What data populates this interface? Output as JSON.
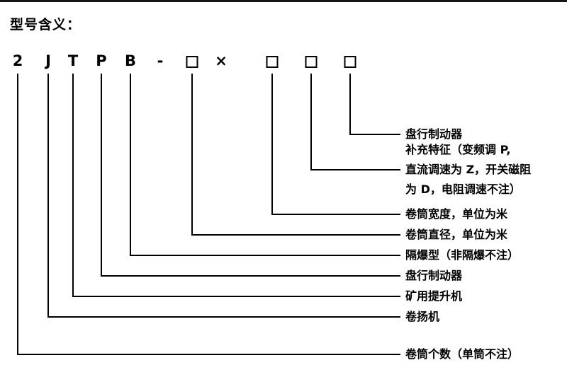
{
  "title": "型号含义：",
  "code": {
    "chars": [
      "2",
      "J",
      "T",
      "P",
      "B",
      "-",
      "×"
    ]
  },
  "labels": {
    "disc_brake_suffix": "盘行制动器",
    "supplementary": "补充特征（变频调 P,\n直流调速为 Z，开关磁阻\n为 D，电阻调速不注）",
    "drum_width": "卷筒宽度，单位为米",
    "drum_diameter": "卷筒直径，单位为米",
    "explosion_proof": "隔爆型（非隔爆不注）",
    "disc_brake": "盘行制动器",
    "mine_hoist": "矿用提升机",
    "winch": "卷扬机",
    "drum_count": "卷筒个数（单筒不注）"
  }
}
